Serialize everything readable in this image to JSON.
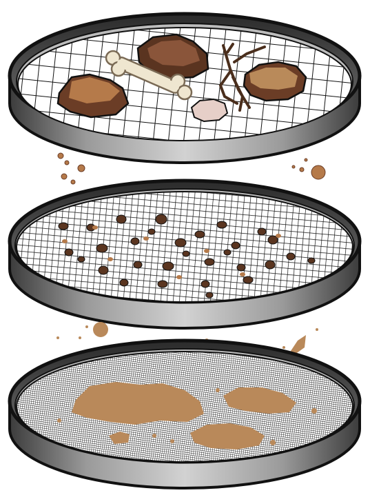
{
  "diagram": {
    "subject": "stacked-soil-sieves",
    "sieves": [
      {
        "id": "coarse",
        "mesh": "coarse",
        "retained": [
          "rock-fragment",
          "rock-fragment",
          "rock-fragment",
          "bone",
          "shell-fragment",
          "root-twigs"
        ]
      },
      {
        "id": "medium",
        "mesh": "medium",
        "retained": [
          "gravel-pebbles"
        ]
      },
      {
        "id": "fine",
        "mesh": "fine",
        "retained": [
          "fine-sediment"
        ]
      }
    ],
    "colors": {
      "rim_dark": "#4a4a4a",
      "rim_light": "#bdbdbd",
      "mesh_bg": "#ffffff",
      "mesh_line": "#111111",
      "rock_dark": "#6b3d26",
      "rock_light": "#b57a4a",
      "bone": "#efe6d0",
      "bone_outline": "#7a6a55",
      "shell": "#e6cfc8",
      "twig": "#4a2e1c",
      "pebble": "#5a3520",
      "sediment": "#b9895a"
    }
  }
}
